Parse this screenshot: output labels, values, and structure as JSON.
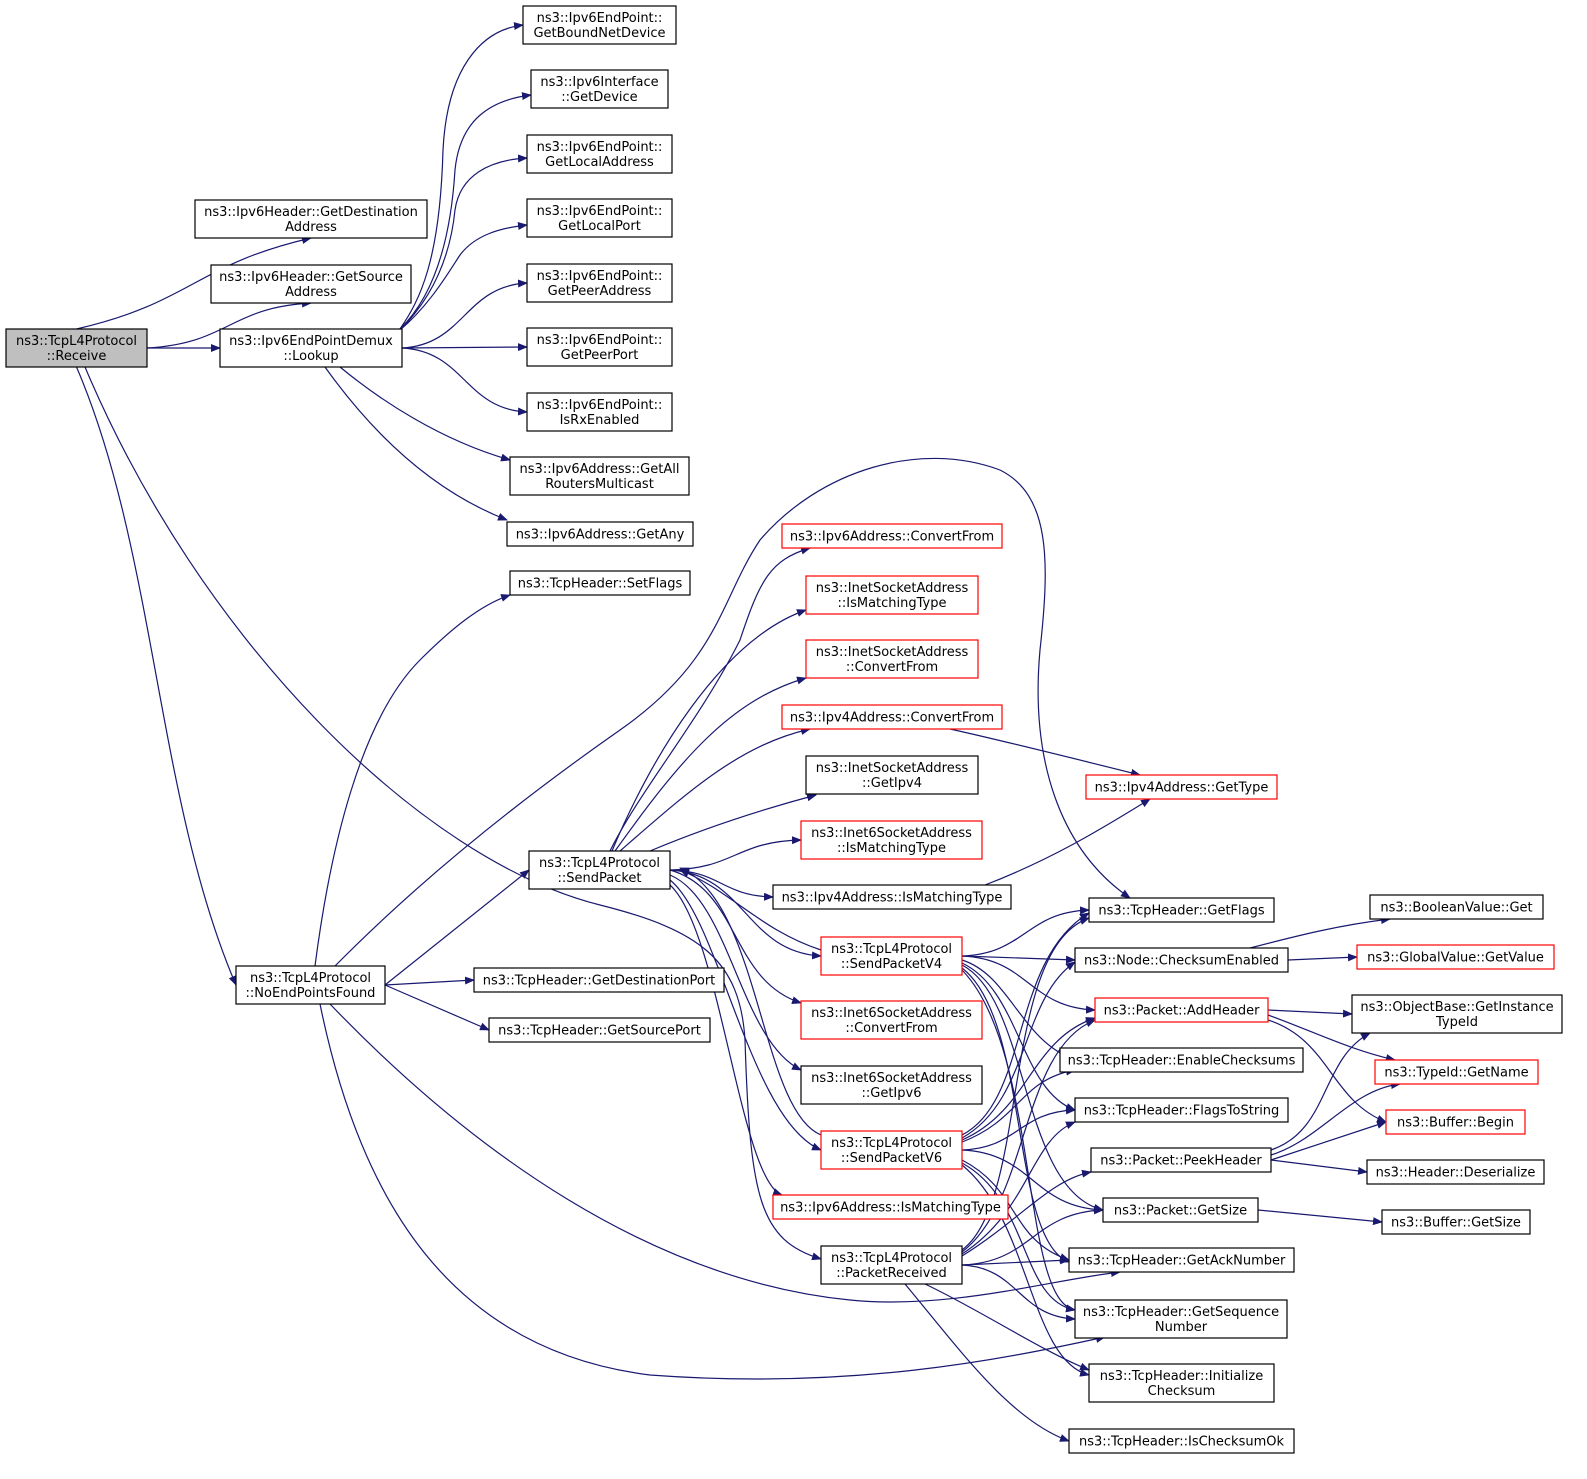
{
  "colors": {
    "edge": "#191970",
    "arrow": "#191970",
    "normal_border": "#000000",
    "external_border": "#ff0000",
    "root_fill": "#bfbfbf",
    "node_fill": "#ffffff"
  },
  "nodes": {
    "receive": {
      "lines": [
        "ns3::TcpL4Protocol",
        "::Receive"
      ],
      "style": "root"
    },
    "ipv6hdr_getdest": {
      "lines": [
        "ns3::Ipv6Header::GetDestination",
        "Address"
      ],
      "style": "normal"
    },
    "ipv6hdr_getsrc": {
      "lines": [
        "ns3::Ipv6Header::GetSource",
        "Address"
      ],
      "style": "normal"
    },
    "ep6demux_lookup": {
      "lines": [
        "ns3::Ipv6EndPointDemux",
        "::Lookup"
      ],
      "style": "normal"
    },
    "ep6_getbound": {
      "lines": [
        "ns3::Ipv6EndPoint::",
        "GetBoundNetDevice"
      ],
      "style": "normal"
    },
    "if6_getdevice": {
      "lines": [
        "ns3::Ipv6Interface",
        "::GetDevice"
      ],
      "style": "normal"
    },
    "ep6_getlocaladdr": {
      "lines": [
        "ns3::Ipv6EndPoint::",
        "GetLocalAddress"
      ],
      "style": "normal"
    },
    "ep6_getlocalport": {
      "lines": [
        "ns3::Ipv6EndPoint::",
        "GetLocalPort"
      ],
      "style": "normal"
    },
    "ep6_getpeeraddr": {
      "lines": [
        "ns3::Ipv6EndPoint::",
        "GetPeerAddress"
      ],
      "style": "normal"
    },
    "ep6_getpeerport": {
      "lines": [
        "ns3::Ipv6EndPoint::",
        "GetPeerPort"
      ],
      "style": "normal"
    },
    "ep6_isrxenabled": {
      "lines": [
        "ns3::Ipv6EndPoint::",
        "IsRxEnabled"
      ],
      "style": "normal"
    },
    "ip6addr_getallrouters": {
      "lines": [
        "ns3::Ipv6Address::GetAll",
        "RoutersMulticast"
      ],
      "style": "normal"
    },
    "ip6addr_getany": {
      "lines": [
        "ns3::Ipv6Address::GetAny"
      ],
      "style": "normal"
    },
    "tcphdr_setflags": {
      "lines": [
        "ns3::TcpHeader::SetFlags"
      ],
      "style": "normal"
    },
    "noendpoints": {
      "lines": [
        "ns3::TcpL4Protocol",
        "::NoEndPointsFound"
      ],
      "style": "normal"
    },
    "tcphdr_getdestport": {
      "lines": [
        "ns3::TcpHeader::GetDestinationPort"
      ],
      "style": "normal"
    },
    "tcphdr_getsrcport": {
      "lines": [
        "ns3::TcpHeader::GetSourcePort"
      ],
      "style": "normal"
    },
    "sendpacket": {
      "lines": [
        "ns3::TcpL4Protocol",
        "::SendPacket"
      ],
      "style": "normal"
    },
    "ip6addr_convertfrom": {
      "lines": [
        "ns3::Ipv6Address::ConvertFrom"
      ],
      "style": "external"
    },
    "inetsock_ismatching": {
      "lines": [
        "ns3::InetSocketAddress",
        "::IsMatchingType"
      ],
      "style": "external"
    },
    "inetsock_convertfrom": {
      "lines": [
        "ns3::InetSocketAddress",
        "::ConvertFrom"
      ],
      "style": "external"
    },
    "ip4addr_convertfrom": {
      "lines": [
        "ns3::Ipv4Address::ConvertFrom"
      ],
      "style": "external"
    },
    "inetsock_getipv4": {
      "lines": [
        "ns3::InetSocketAddress",
        "::GetIpv4"
      ],
      "style": "normal"
    },
    "inet6sock_ismatching": {
      "lines": [
        "ns3::Inet6SocketAddress",
        "::IsMatchingType"
      ],
      "style": "external"
    },
    "ip4addr_ismatching": {
      "lines": [
        "ns3::Ipv4Address::IsMatchingType"
      ],
      "style": "normal"
    },
    "sendpacketv4": {
      "lines": [
        "ns3::TcpL4Protocol",
        "::SendPacketV4"
      ],
      "style": "external"
    },
    "inet6sock_convertfrom": {
      "lines": [
        "ns3::Inet6SocketAddress",
        "::ConvertFrom"
      ],
      "style": "external"
    },
    "inet6sock_getipv6": {
      "lines": [
        "ns3::Inet6SocketAddress",
        "::GetIpv6"
      ],
      "style": "normal"
    },
    "sendpacketv6": {
      "lines": [
        "ns3::TcpL4Protocol",
        "::SendPacketV6"
      ],
      "style": "external"
    },
    "ip6addr_ismatching": {
      "lines": [
        "ns3::Ipv6Address::IsMatchingType"
      ],
      "style": "external"
    },
    "packetreceived": {
      "lines": [
        "ns3::TcpL4Protocol",
        "::PacketReceived"
      ],
      "style": "normal"
    },
    "ip4addr_gettype": {
      "lines": [
        "ns3::Ipv4Address::GetType"
      ],
      "style": "external"
    },
    "tcphdr_getflags": {
      "lines": [
        "ns3::TcpHeader::GetFlags"
      ],
      "style": "normal"
    },
    "node_checksumenabled": {
      "lines": [
        "ns3::Node::ChecksumEnabled"
      ],
      "style": "normal"
    },
    "packet_addheader": {
      "lines": [
        "ns3::Packet::AddHeader"
      ],
      "style": "external"
    },
    "tcphdr_enablechecksums": {
      "lines": [
        "ns3::TcpHeader::EnableChecksums"
      ],
      "style": "normal"
    },
    "tcphdr_flagstostring": {
      "lines": [
        "ns3::TcpHeader::FlagsToString"
      ],
      "style": "normal"
    },
    "packet_peekheader": {
      "lines": [
        "ns3::Packet::PeekHeader"
      ],
      "style": "normal"
    },
    "packet_getsize": {
      "lines": [
        "ns3::Packet::GetSize"
      ],
      "style": "normal"
    },
    "tcphdr_getacknumber": {
      "lines": [
        "ns3::TcpHeader::GetAckNumber"
      ],
      "style": "normal"
    },
    "tcphdr_getseqnumber": {
      "lines": [
        "ns3::TcpHeader::GetSequence",
        "Number"
      ],
      "style": "normal"
    },
    "tcphdr_initchecksum": {
      "lines": [
        "ns3::TcpHeader::Initialize",
        "Checksum"
      ],
      "style": "normal"
    },
    "tcphdr_ischecksumok": {
      "lines": [
        "ns3::TcpHeader::IsChecksumOk"
      ],
      "style": "normal"
    },
    "booleanvalue_get": {
      "lines": [
        "ns3::BooleanValue::Get"
      ],
      "style": "normal"
    },
    "globalvalue_getvalue": {
      "lines": [
        "ns3::GlobalValue::GetValue"
      ],
      "style": "external"
    },
    "objectbase_getinstancetypeid": {
      "lines": [
        "ns3::ObjectBase::GetInstance",
        "TypeId"
      ],
      "style": "normal"
    },
    "typeid_getname": {
      "lines": [
        "ns3::TypeId::GetName"
      ],
      "style": "external"
    },
    "buffer_begin": {
      "lines": [
        "ns3::Buffer::Begin"
      ],
      "style": "external"
    },
    "header_deserialize": {
      "lines": [
        "ns3::Header::Deserialize"
      ],
      "style": "normal"
    },
    "buffer_getsize": {
      "lines": [
        "ns3::Buffer::GetSize"
      ],
      "style": "normal"
    }
  }
}
